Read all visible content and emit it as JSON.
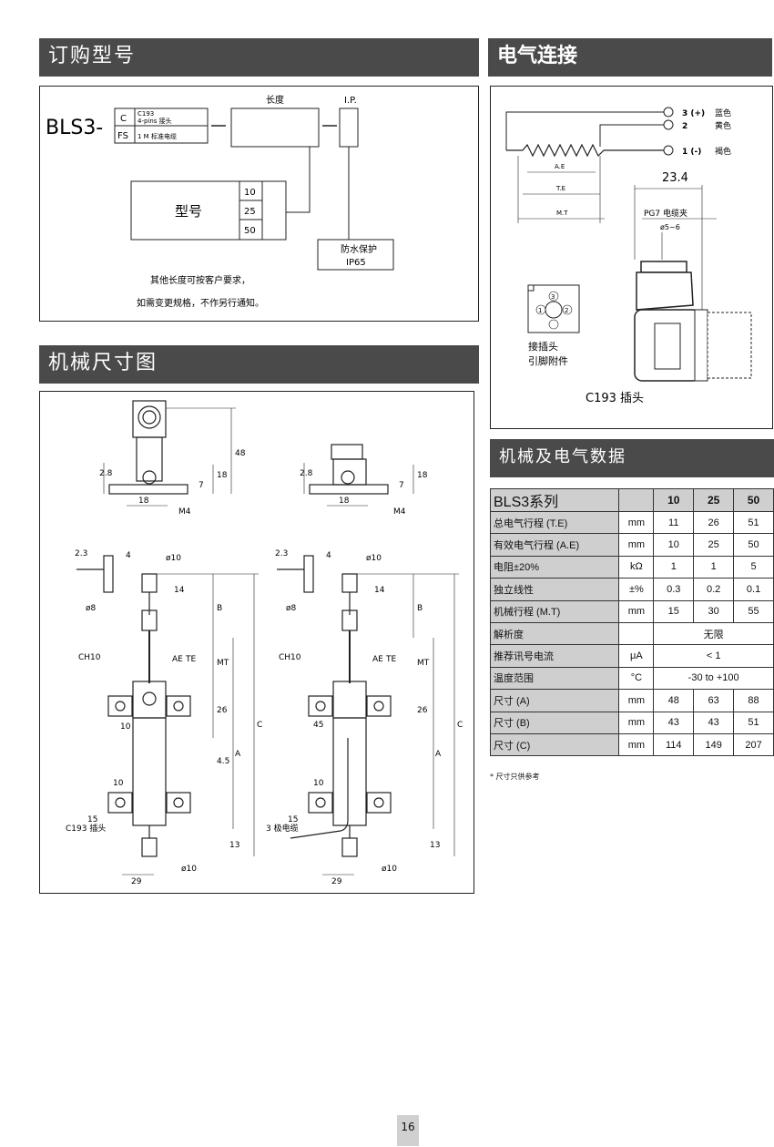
{
  "sections": {
    "ordering": "订购型号",
    "electrical": "电气连接",
    "mechanical_drawing": "机械尺寸图",
    "data": "机械及电气数据"
  },
  "ordering": {
    "model_prefix": "BLS3-",
    "opt_c_code": "C",
    "opt_c_line1": "C193",
    "opt_c_line2": "4-pins 接头",
    "opt_fs_code": "FS",
    "opt_fs_desc": "1 M 标准电缆",
    "length_label": "长度",
    "ip_label": "I.P.",
    "type_label": "型号",
    "type_values": [
      "10",
      "25",
      "50"
    ],
    "waterproof_line1": "防水保护",
    "waterproof_line2": "IP65",
    "note1": "其他长度可按客户要求，",
    "note2": "如需变更规格，不作另行通知。"
  },
  "electrical": {
    "pin3": "3 (+)",
    "pin3_color": "蓝色",
    "pin2": "2",
    "pin2_color": "黄色",
    "pin1": "1 (-)",
    "pin1_color": "褐色",
    "ae": "A.E",
    "te": "T.E",
    "mt": "M.T",
    "dim_234": "23.4",
    "pg7": "PG7 电缆夹",
    "dia": "ø5~6",
    "plug_pins": [
      "1",
      "2",
      "3"
    ],
    "plug_line1": "接插头",
    "plug_line2": "引脚附件",
    "c193_caption": "C193 插头"
  },
  "drawing": {
    "d28": "2.8",
    "d18": "18",
    "d7": "7",
    "d48": "48",
    "m4": "M4",
    "d23": "2.3",
    "d4": "4",
    "d8": "ø8",
    "d10": "ø10",
    "d14": "14",
    "B": "B",
    "CH10": "CH10",
    "AE": "AE",
    "TE": "TE",
    "MT": "MT",
    "d26": "26",
    "C": "C",
    "d10s": "10",
    "d45": "45",
    "d4_5": "4.5",
    "A": "A",
    "d15": "15",
    "d13": "13",
    "d29": "29",
    "c193": "C193 插头",
    "cable": "3 极电缆"
  },
  "table": {
    "title": "BLS3系列",
    "cols": [
      "10",
      "25",
      "50"
    ],
    "rows": [
      {
        "name": "总电气行程 (T.E)",
        "unit": "mm",
        "v": [
          "11",
          "26",
          "51"
        ]
      },
      {
        "name": "有效电气行程 (A.E)",
        "unit": "mm",
        "v": [
          "10",
          "25",
          "50"
        ]
      },
      {
        "name": "电阻±20%",
        "unit": "kΩ",
        "v": [
          "1",
          "1",
          "5"
        ]
      },
      {
        "name": "独立线性",
        "unit": "±%",
        "v": [
          "0.3",
          "0.2",
          "0.1"
        ]
      },
      {
        "name": "机械行程 (M.T)",
        "unit": "mm",
        "v": [
          "15",
          "30",
          "55"
        ]
      },
      {
        "name": "解析度",
        "unit": "",
        "span": "无限"
      },
      {
        "name": "推荐讯号电流",
        "unit": "μA",
        "span": "< 1"
      },
      {
        "name": "温度范围",
        "unit": "°C",
        "span": "-30 to +100"
      },
      {
        "name": "尺寸 (A)",
        "unit": "mm",
        "v": [
          "48",
          "63",
          "88"
        ]
      },
      {
        "name": "尺寸 (B)",
        "unit": "mm",
        "v": [
          "43",
          "43",
          "51"
        ]
      },
      {
        "name": "尺寸 (C)",
        "unit": "mm",
        "v": [
          "114",
          "149",
          "207"
        ]
      }
    ],
    "footnote": "* 尺寸只供参考"
  },
  "page_number": "16"
}
